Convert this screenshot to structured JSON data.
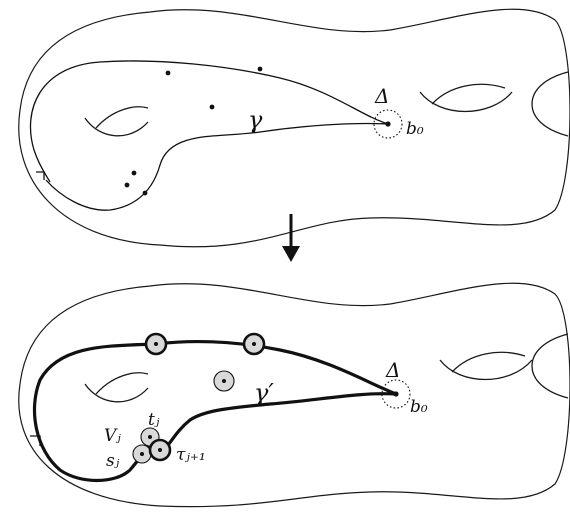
{
  "top_panel": {
    "labels": {
      "gamma": "γ",
      "delta": "Δ",
      "basepoint": "b₀"
    }
  },
  "arrow": {
    "direction": "down"
  },
  "bottom_panel": {
    "labels": {
      "gamma_prime": "γ′",
      "delta": "Δ",
      "basepoint": "b₀",
      "t_j": "tⱼ",
      "V_j": "Vⱼ",
      "s_j": "sⱼ",
      "tau_j1": "τⱼ₊₁"
    }
  }
}
